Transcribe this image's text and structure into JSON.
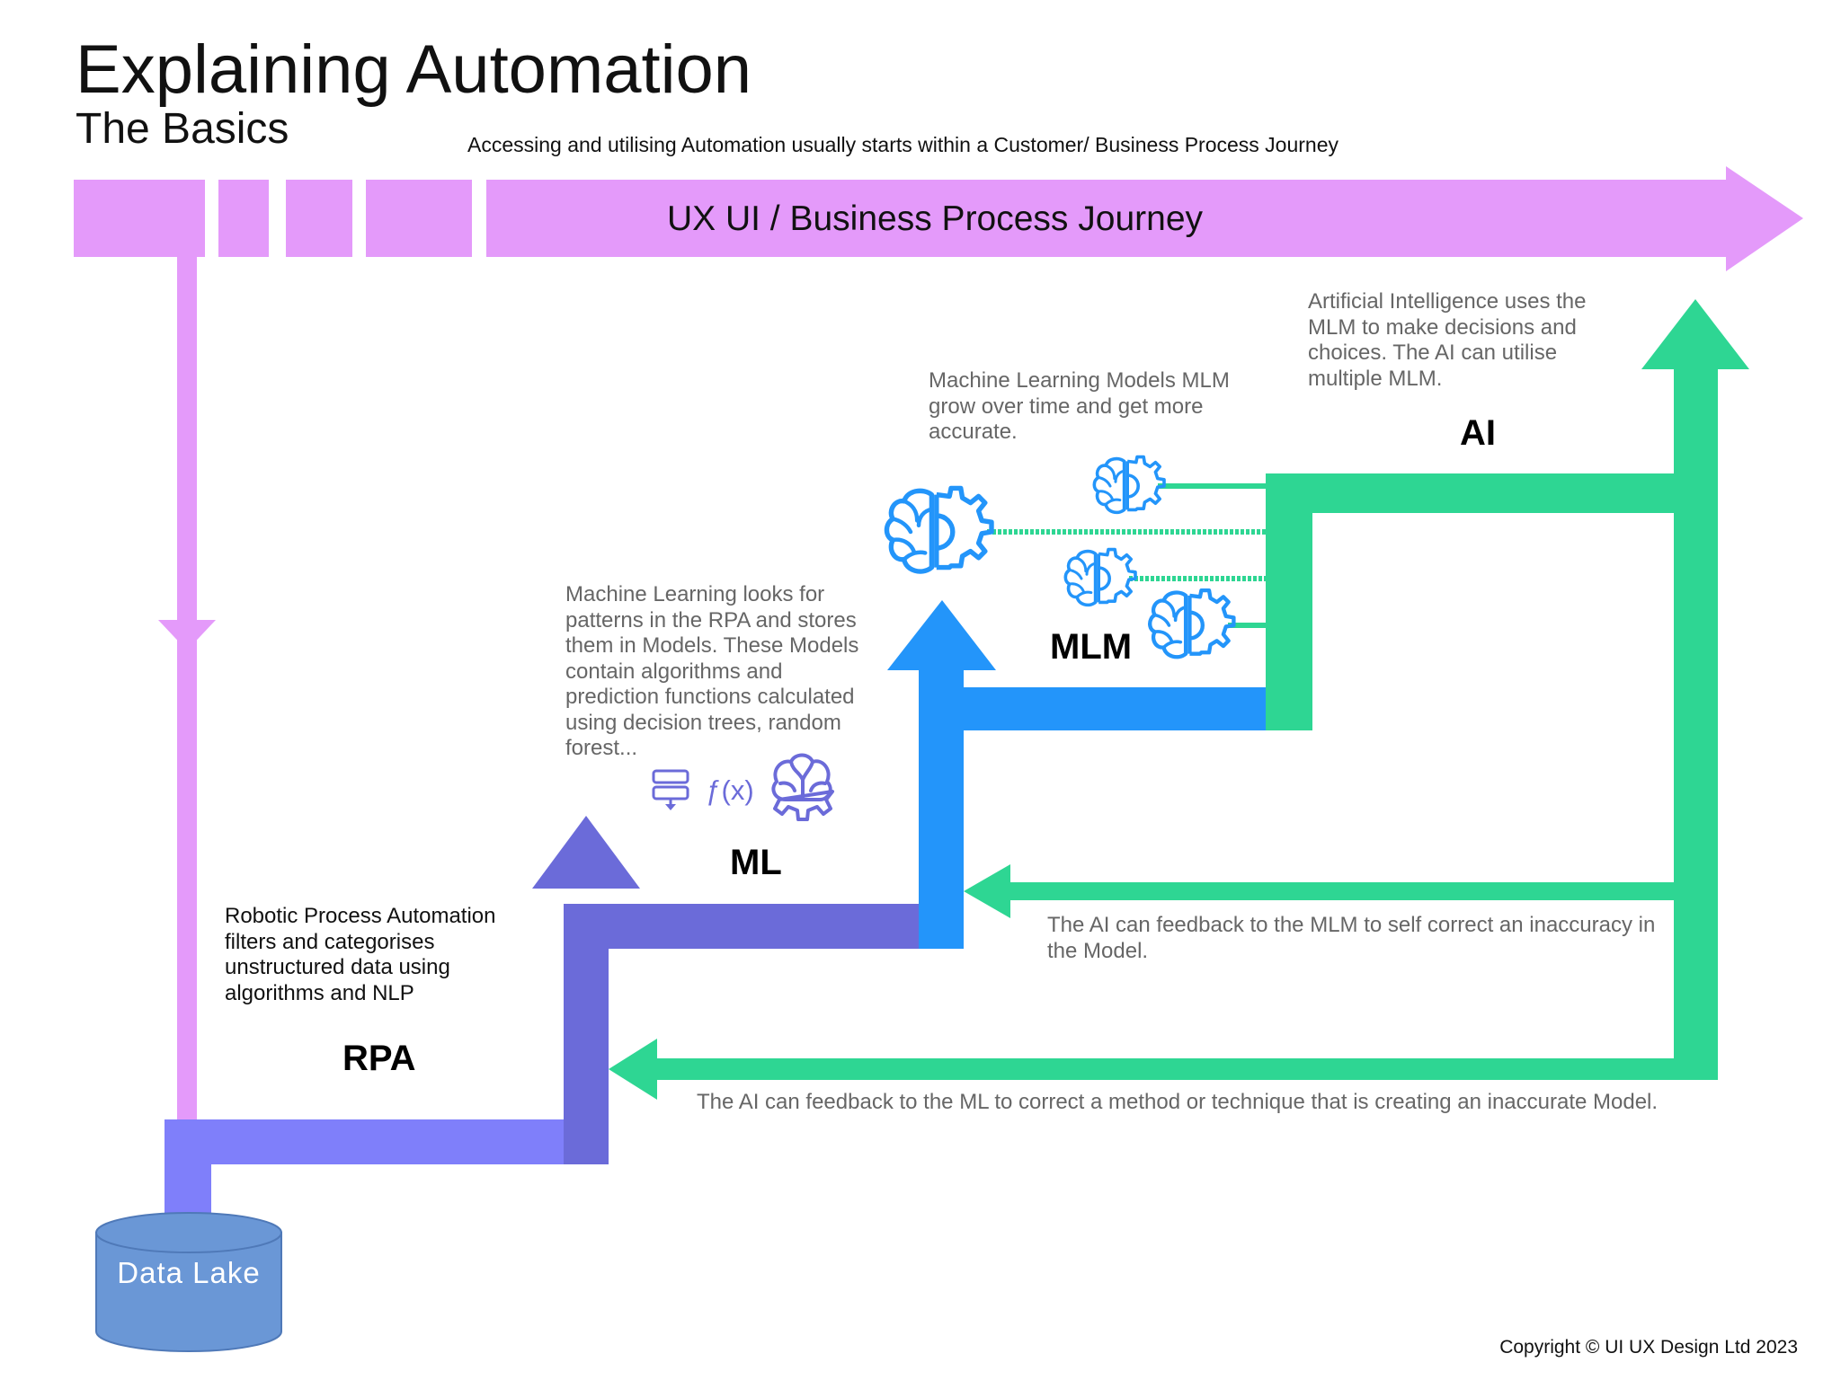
{
  "header": {
    "title": "Explaining Automation",
    "subtitle": "The Basics",
    "intro": "Accessing and utilising Automation usually starts within a Customer/ Business Process Journey"
  },
  "journey": {
    "label": "UX UI / Business Process Journey"
  },
  "stages": {
    "rpa": {
      "label": "RPA",
      "description": "Robotic Process Automation filters and categorises unstructured data using algorithms and NLP"
    },
    "ml": {
      "label": "ML",
      "description": "Machine Learning looks for patterns in the RPA and stores them in Models. These Models contain algorithms and prediction functions calculated using decision trees, random forest...",
      "function_symbol": "ƒ(x)"
    },
    "mlm": {
      "label": "MLM",
      "description": "Machine Learning Models MLM grow over time and get more accurate."
    },
    "ai": {
      "label": "AI",
      "description": "Artificial Intelligence uses the MLM to make decisions and choices. The AI can utilise multiple MLM."
    }
  },
  "feedback": {
    "to_mlm": "The AI can feedback to the MLM to self correct an inaccuracy in the Model.",
    "to_ml": "The AI can feedback to the ML to correct a method or technique that is creating an inaccurate Model."
  },
  "data_lake": {
    "label": "Data Lake"
  },
  "footer": {
    "copyright": "Copyright © UI UX Design Ltd 2023"
  },
  "icons": [
    "brain-gear-icon",
    "decision-tree-icon",
    "function-icon"
  ],
  "colors": {
    "journey": "#e49afa",
    "rpa": "#7f7ffa",
    "ml": "#6b6bd9",
    "mlm": "#2395fa",
    "ai": "#2ed693",
    "data_lake": "#6a97d6"
  }
}
